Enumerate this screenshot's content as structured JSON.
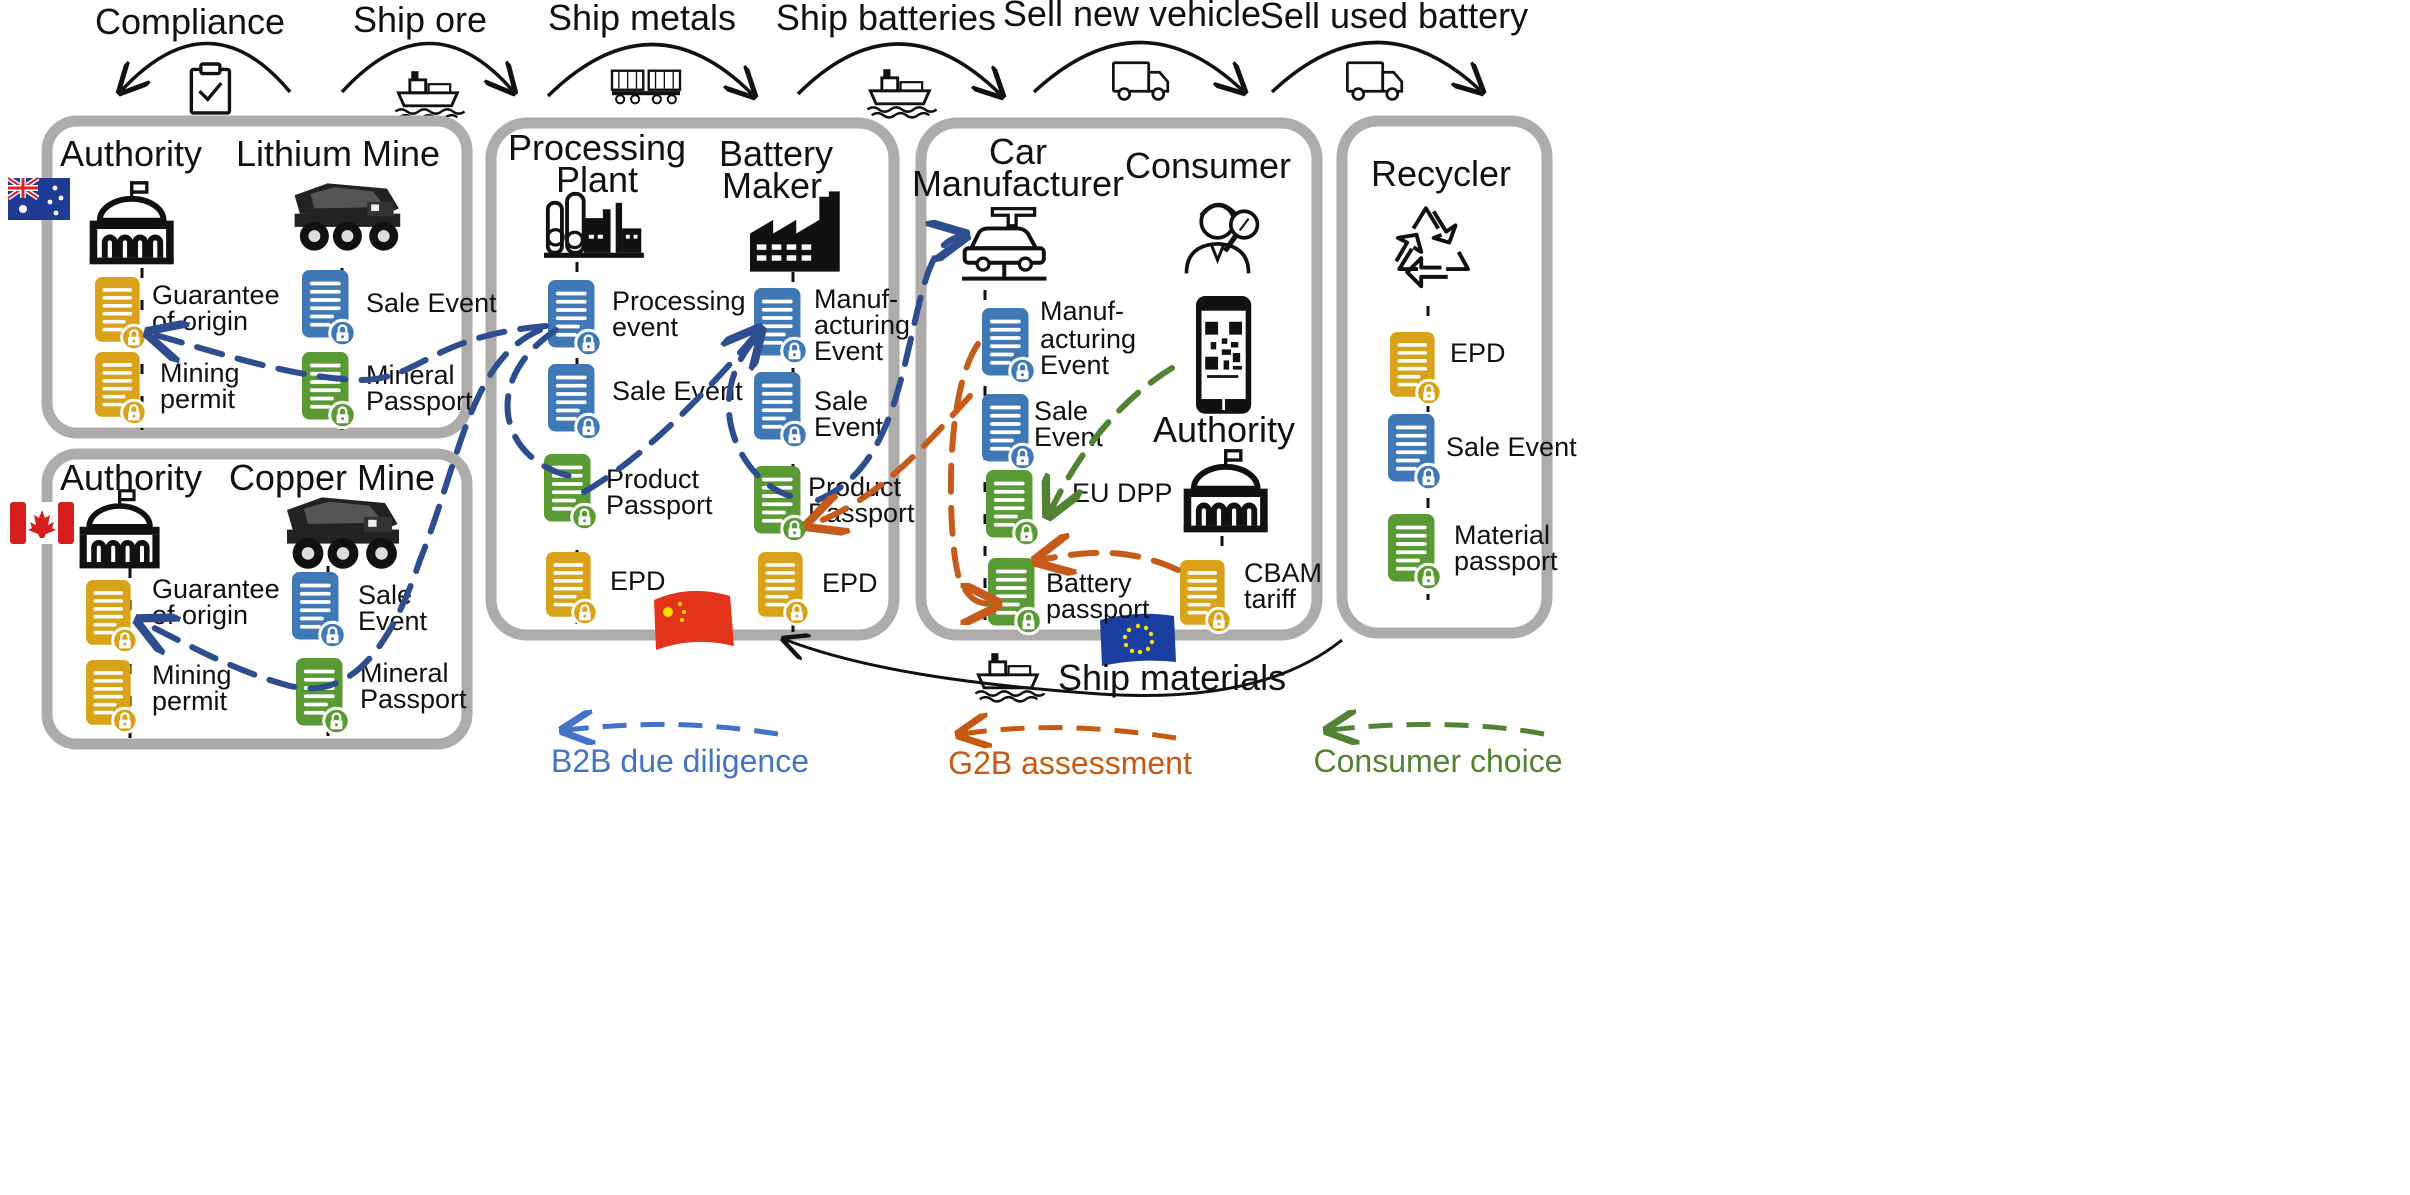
{
  "steps": {
    "compliance": "Compliance",
    "ship_ore": "Ship ore",
    "ship_metals": "Ship metals",
    "ship_batteries": "Ship batteries",
    "sell_new_vehicle": "Sell new vehicle",
    "sell_used_battery": "Sell used battery"
  },
  "ship_materials": "Ship materials",
  "nodes": {
    "authority_au": "Authority",
    "lithium_mine": "Lithium Mine",
    "authority_ca": "Authority",
    "copper_mine": "Copper Mine",
    "processing_plant_1": "Processing",
    "processing_plant_2": "Plant",
    "battery_maker_1": "Battery",
    "battery_maker_2": "Maker",
    "car_manufacturer_1": "Car",
    "car_manufacturer_2": "Manufacturer",
    "consumer": "Consumer",
    "authority_eu": "Authority",
    "recycler": "Recycler"
  },
  "docs": {
    "au_auth_1a": "Guarantee",
    "au_auth_1b": "of origin",
    "au_auth_2a": "Mining",
    "au_auth_2b": "permit",
    "li_1": "Sale Event",
    "li_2a": "Mineral",
    "li_2b": "Passport",
    "ca_auth_1a": "Guarantee",
    "ca_auth_1b": "of origin",
    "ca_auth_2a": "Mining",
    "ca_auth_2b": "permit",
    "cu_1a": "Sale",
    "cu_1b": "Event",
    "cu_2a": "Mineral",
    "cu_2b": "Passport",
    "pp_1a": "Processing",
    "pp_1b": "event",
    "pp_2": "Sale Event",
    "pp_3a": "Product",
    "pp_3b": "Passport",
    "pp_4": "EPD",
    "bm_1a": "Manuf-",
    "bm_1b": "acturing",
    "bm_1c": "Event",
    "bm_2a": "Sale",
    "bm_2b": "Event",
    "bm_3a": "Product",
    "bm_3b": "Passport",
    "bm_4": "EPD",
    "cm_1a": "Manuf-",
    "cm_1b": "acturing",
    "cm_1c": "Event",
    "cm_2a": "Sale",
    "cm_2b": "Event",
    "cm_3": "EU DPP",
    "cm_4a": "Battery",
    "cm_4b": "passport",
    "eu_1a": "CBAM",
    "eu_1b": "tariff",
    "rc_1": "EPD",
    "rc_2": "Sale Event",
    "rc_3a": "Material",
    "rc_3b": "passport"
  },
  "legend": {
    "b2b": "B2B due diligence",
    "g2b": "G2B assessment",
    "consumer": "Consumer choice"
  },
  "colors": {
    "box_border": "#aeabab",
    "doc_yellow": "#d9a21b",
    "doc_blue": "#3f78b5",
    "doc_green": "#5a9a35",
    "b2b": "#2e4d8e",
    "g2b": "#c55a1a",
    "consumer": "#548235",
    "legend_b2b": "#4472c4",
    "legend_g2b": "#c55a11",
    "legend_consumer": "#548235"
  },
  "icons": {
    "clipboard": "clipboard-check-icon",
    "ship": "cargo-ship-icon",
    "train": "freight-train-icon",
    "truck": "delivery-truck-icon",
    "government": "government-building-icon",
    "mining_truck": "mining-truck-icon",
    "factory": "factory-icon",
    "processing_plant": "processing-plant-icon",
    "car_assembly": "car-assembly-icon",
    "consumer": "consumer-magnifier-icon",
    "phone": "qr-phone-icon",
    "recycle": "recycle-icon",
    "document": "locked-document-icon"
  }
}
